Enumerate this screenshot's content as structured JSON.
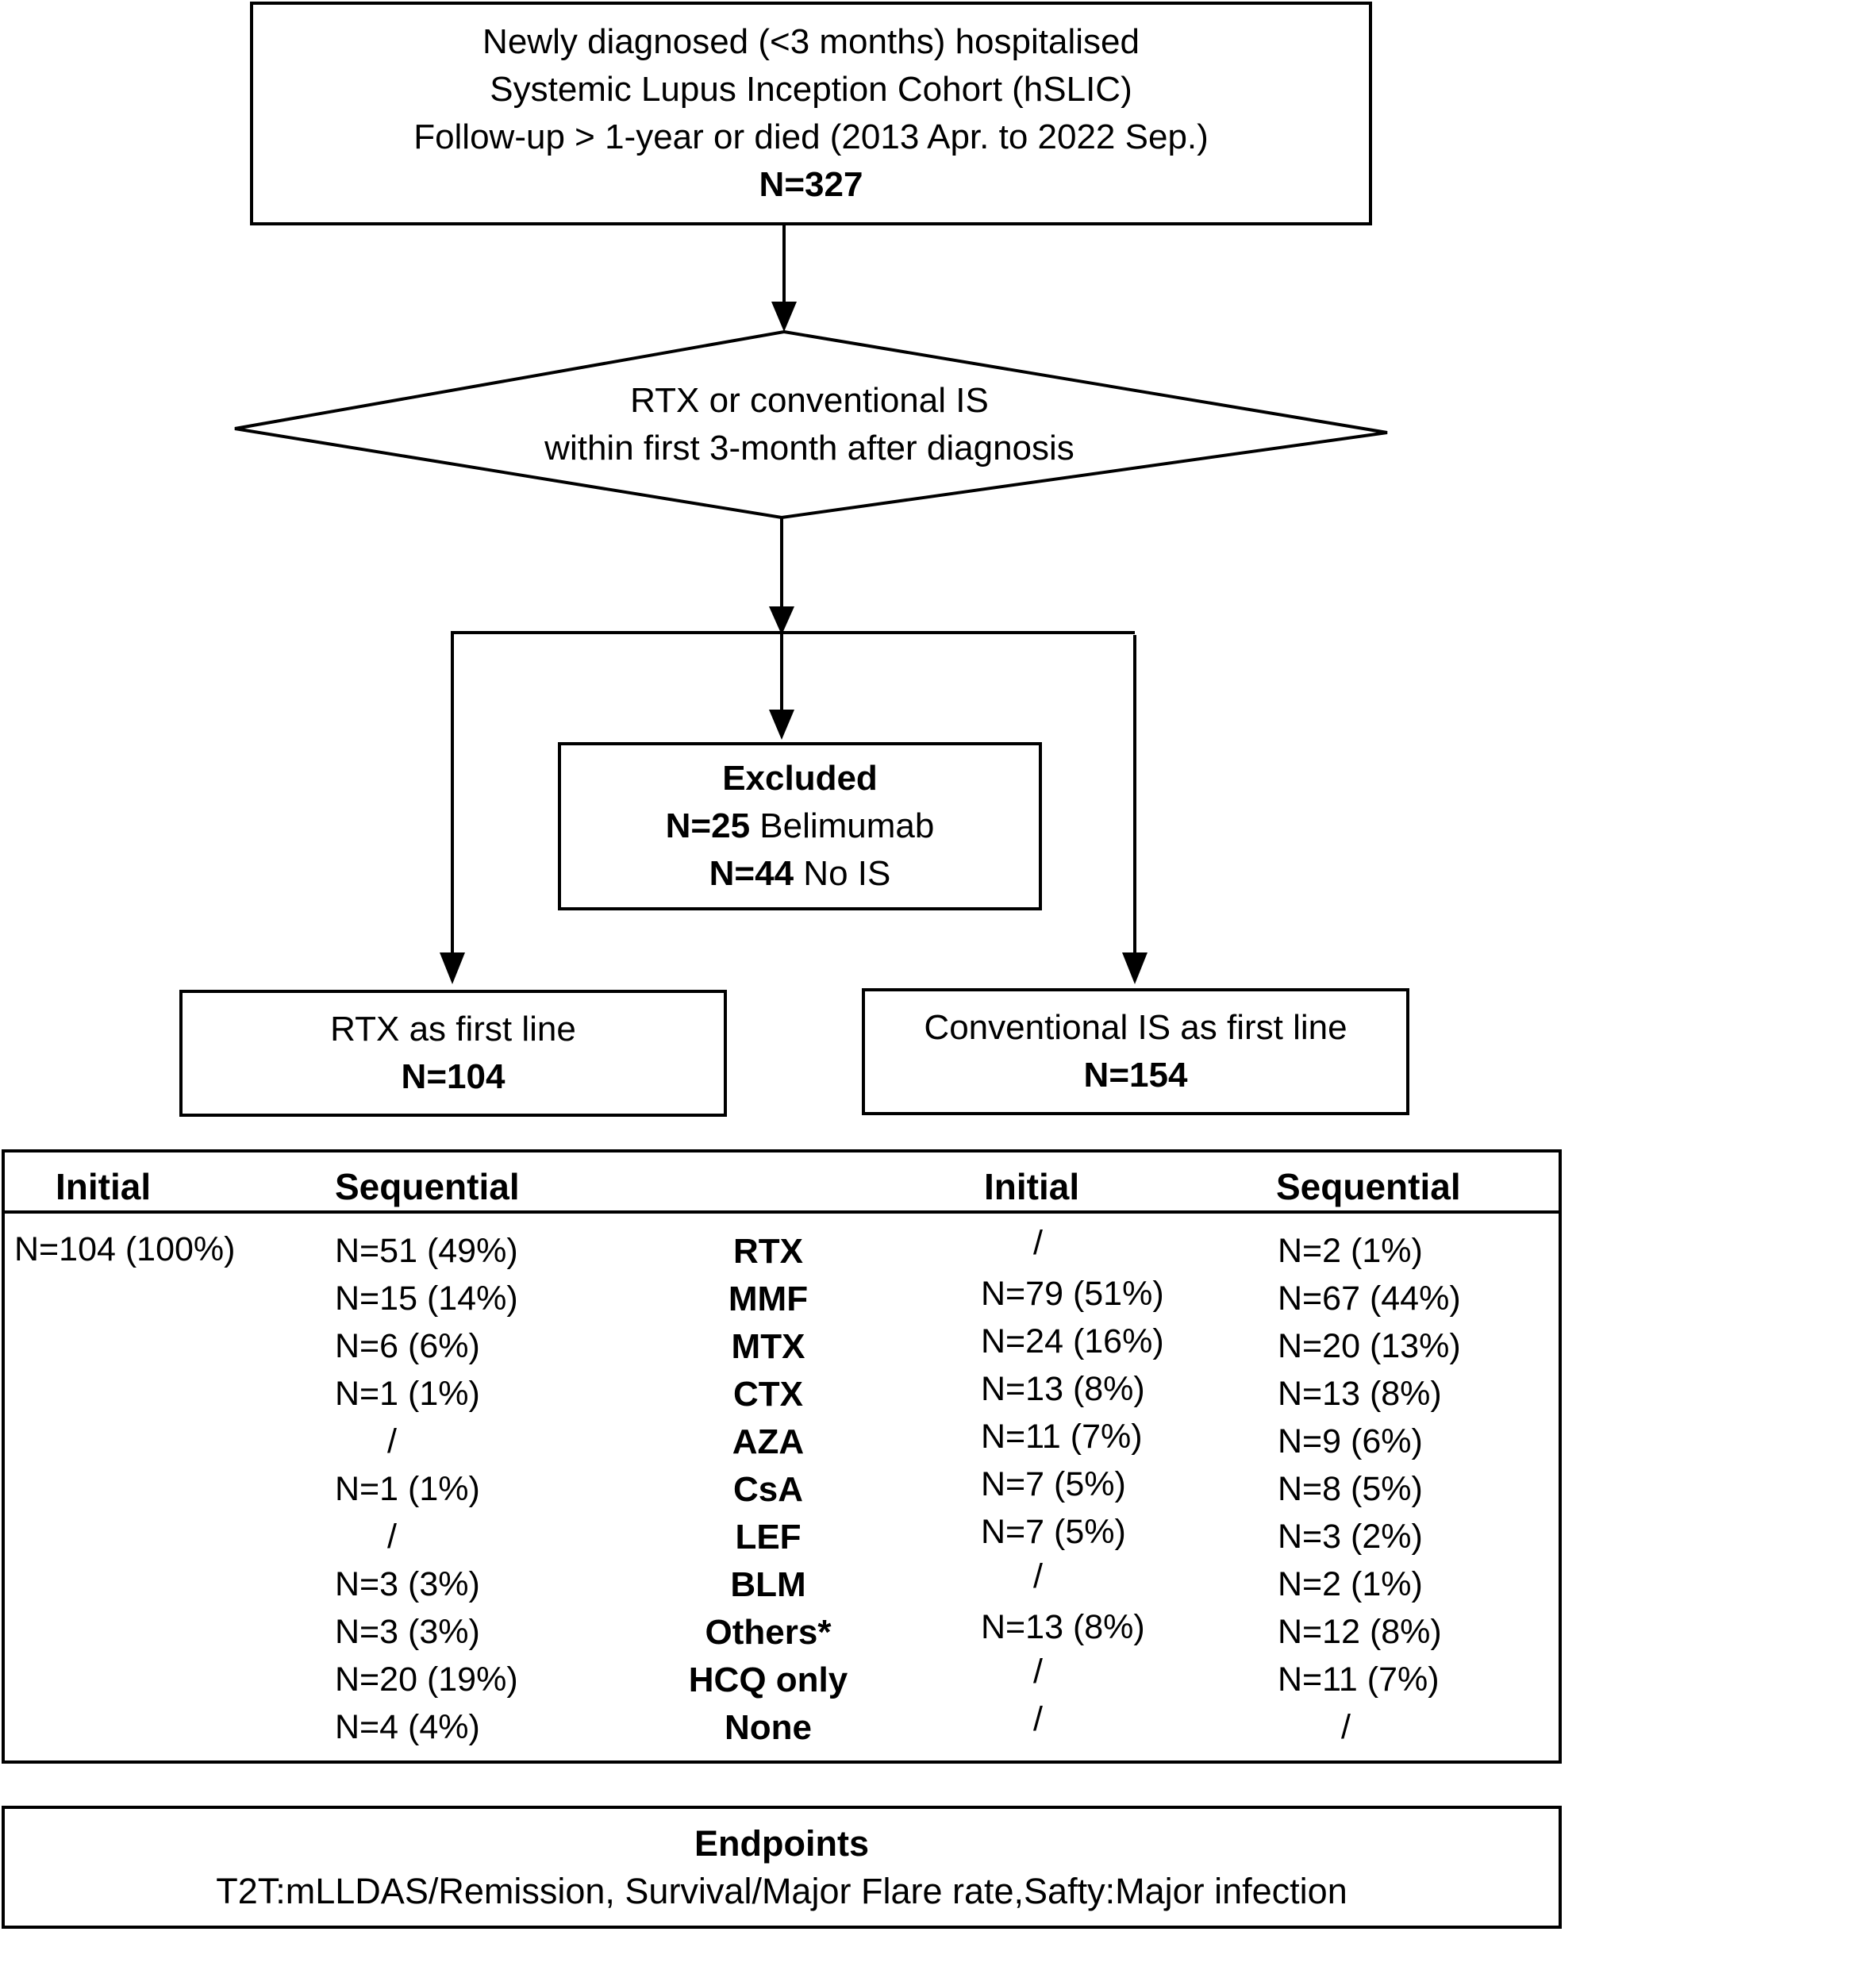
{
  "cohort_box": {
    "line1": "Newly diagnosed (<3 months) hospitalised",
    "line2": "Systemic Lupus Inception Cohort (hSLIC)",
    "line3": "Follow-up > 1-year or died (2013 Apr. to 2022 Sep.)",
    "count": "N=327"
  },
  "decision": {
    "line1": "RTX or conventional IS",
    "line2": "within first 3-month after diagnosis"
  },
  "excluded": {
    "title": "Excluded",
    "row1_count": "N=25",
    "row1_label": " Belimumab",
    "row2_count": "N=44",
    "row2_label": " No IS"
  },
  "rtx_box": {
    "label": "RTX as first line",
    "count": "N=104"
  },
  "conv_box": {
    "label": "Conventional IS as first line",
    "count": "N=154"
  },
  "table": {
    "headers": {
      "rtx_initial": "Initial",
      "rtx_sequential": "Sequential",
      "conv_initial": "Initial",
      "conv_sequential": "Sequential"
    },
    "rtx_initial_value": "N=104 (100%)",
    "rows": [
      {
        "drug": "RTX",
        "rtx_seq": "N=51 (49%)",
        "conv_init": "/",
        "conv_seq": "N=2 (1%)"
      },
      {
        "drug": "MMF",
        "rtx_seq": "N=15 (14%)",
        "conv_init": "N=79 (51%)",
        "conv_seq": "N=67 (44%)"
      },
      {
        "drug": "MTX",
        "rtx_seq": "N=6 (6%)",
        "conv_init": "N=24 (16%)",
        "conv_seq": "N=20 (13%)"
      },
      {
        "drug": "CTX",
        "rtx_seq": "N=1 (1%)",
        "conv_init": "N=13 (8%)",
        "conv_seq": "N=13 (8%)"
      },
      {
        "drug": "AZA",
        "rtx_seq": "/",
        "conv_init": "N=11 (7%)",
        "conv_seq": "N=9 (6%)"
      },
      {
        "drug": "CsA",
        "rtx_seq": "N=1 (1%)",
        "conv_init": "N=7 (5%)",
        "conv_seq": "N=8 (5%)"
      },
      {
        "drug": "LEF",
        "rtx_seq": "/",
        "conv_init": "N=7 (5%)",
        "conv_seq": "N=3 (2%)"
      },
      {
        "drug": "BLM",
        "rtx_seq": "N=3 (3%)",
        "conv_init": "/",
        "conv_seq": "N=2 (1%)"
      },
      {
        "drug": "Others*",
        "rtx_seq": "N=3 (3%)",
        "conv_init": "N=13 (8%)",
        "conv_seq": "N=12 (8%)"
      },
      {
        "drug": "HCQ only",
        "rtx_seq": "N=20 (19%)",
        "conv_init": "/",
        "conv_seq": "N=11 (7%)"
      },
      {
        "drug": "None",
        "rtx_seq": "N=4 (4%)",
        "conv_init": "/",
        "conv_seq": "/"
      }
    ]
  },
  "endpoints": {
    "title": "Endpoints",
    "text": "T2T:mLLDAS/Remission, Survival/Major Flare rate,Safty:Major infection"
  }
}
